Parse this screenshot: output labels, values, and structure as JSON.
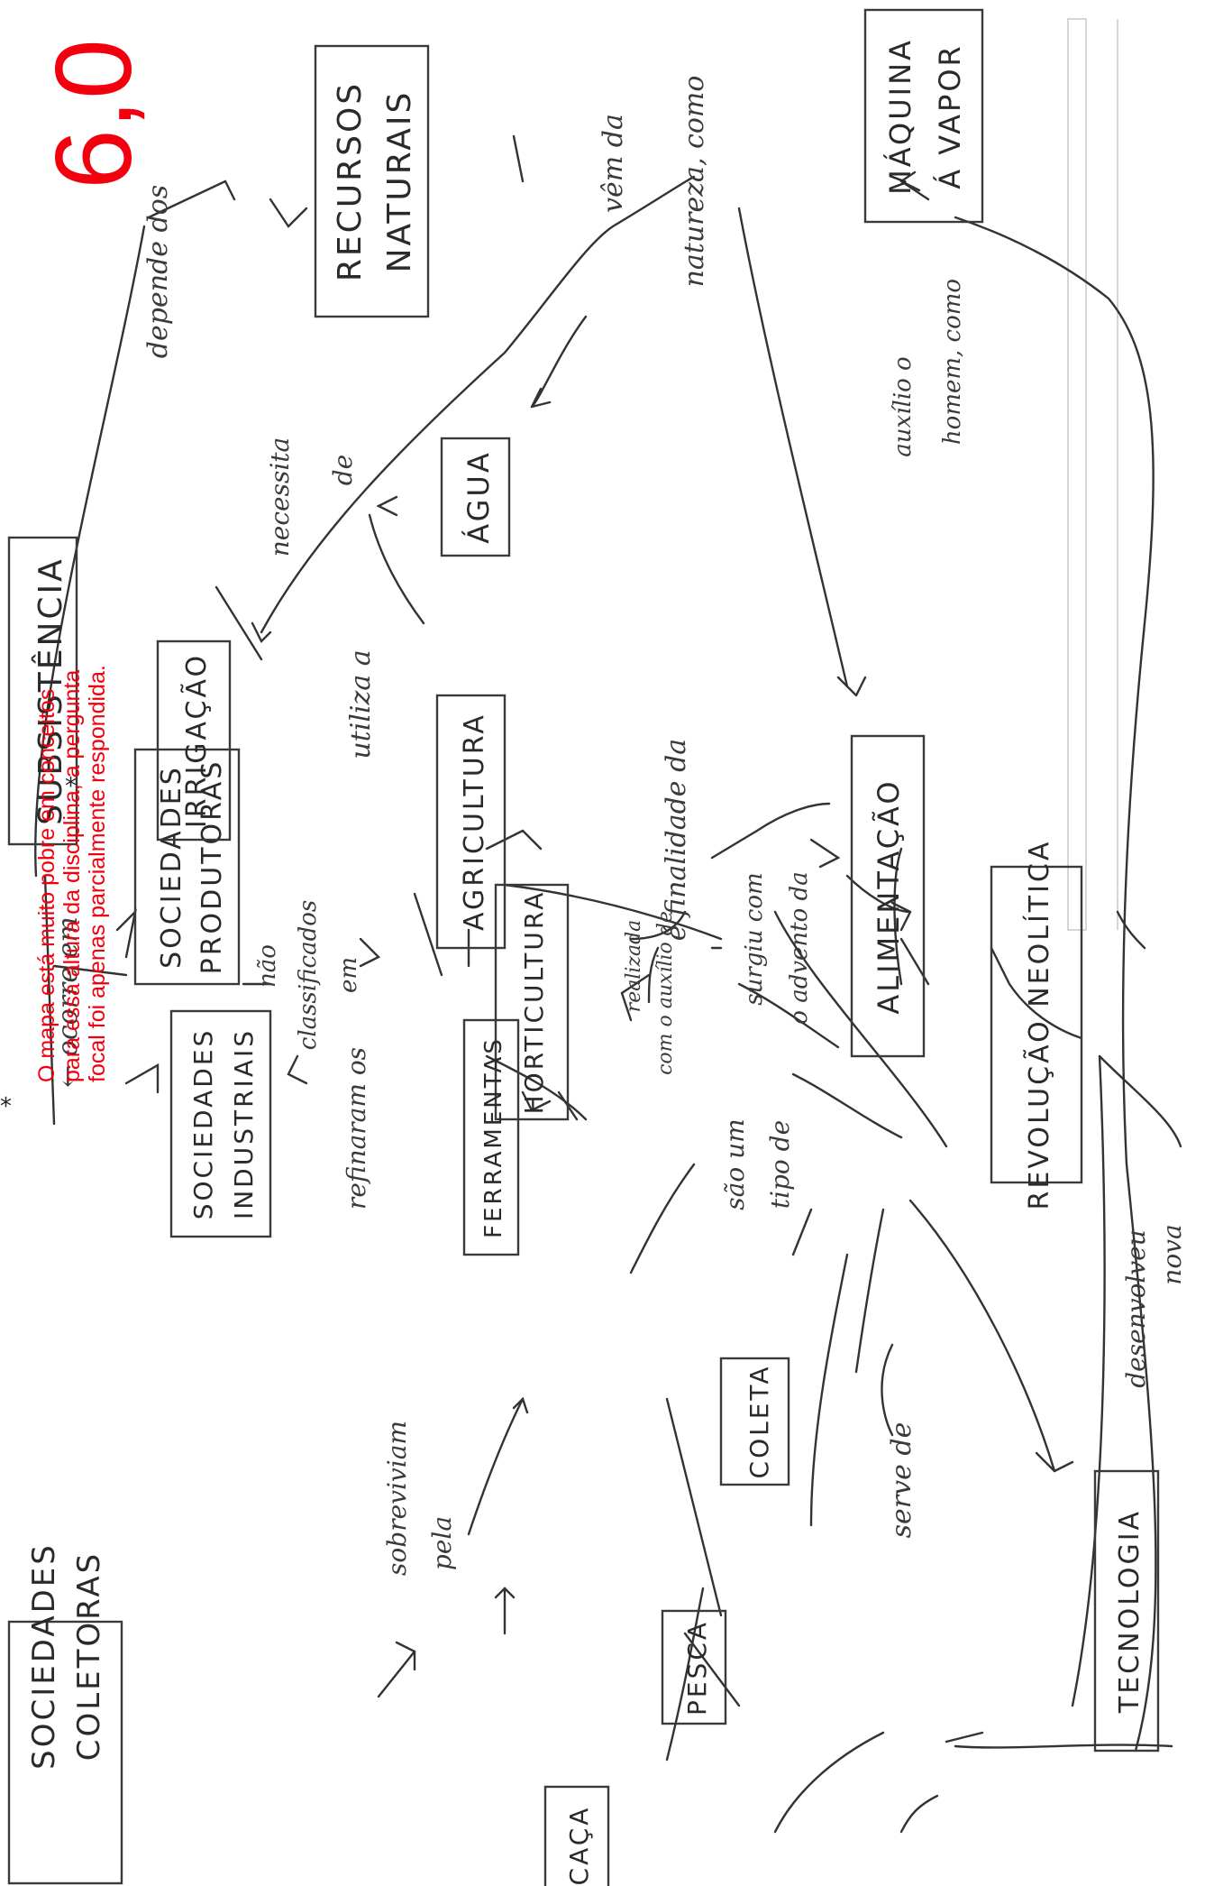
{
  "evaluation": {
    "grade": "6,0",
    "comment_lines": [
      "O mapa está muito pobre em conceitos",
      "para essa altura da disciplina, a pergunta",
      "focal foi apenas parcialmente respondida."
    ]
  },
  "concepts": {
    "sociedades_coletoras": [
      "SOCIEDADES",
      "COLETORAS"
    ],
    "subsistencia": "SUBSISTÊNCIA",
    "sociedades_produtoras": [
      "SOCIEDADES",
      "PRODUTORAS"
    ],
    "sociedades_industriais": [
      "SOCIEDADES",
      "INDUSTRIAIS"
    ],
    "recursos_naturais": [
      "RECURSOS",
      "NATURAIS"
    ],
    "maquina_a_vapor": [
      "MÁQUINA",
      "Á VAPOR"
    ],
    "agua": "ÁGUA",
    "irrigacao": "IRRIGAÇÃO",
    "agricultura": "AGRICULTURA",
    "horticultura": "HORTICULTURA",
    "ferramentas": "FERRAMENTAS",
    "alimentacao": "ALIMENTAÇÃO",
    "revolucao_neolitica": "REVOLUÇÃO NEOLÍTICA",
    "coleta": "COLETA",
    "pesca": "PESCA",
    "caca": "CAÇA",
    "tecnologia": "TECNOLOGIA"
  },
  "linking_phrases": {
    "ocorre_em": "← ocorre em",
    "depende_dos": "depende dos",
    "vem_da_natureza": [
      "vêm da",
      "natureza, como"
    ],
    "necessita_de": [
      "necessita",
      "de"
    ],
    "utiliza_a": "utiliza a",
    "nao_classificados": [
      "não",
      "classificados",
      "em"
    ],
    "e_finalidade_da": "é finalidade da",
    "refinaram_os": "refinaram os",
    "realizada_com": [
      "realizada",
      "com o auxílio de"
    ],
    "surgiu_com": [
      "surgiu com",
      "o advento da"
    ],
    "auxilio_homem": [
      "auxílio o",
      "homem, como"
    ],
    "sobreviviam_pela": [
      "sobreviviam",
      "pela"
    ],
    "sao_um_tipo_de": [
      "são um",
      "tipo de"
    ],
    "serve_de": "serve de",
    "desenvolveu_nova": [
      "desenvolveu",
      "nova"
    ]
  }
}
